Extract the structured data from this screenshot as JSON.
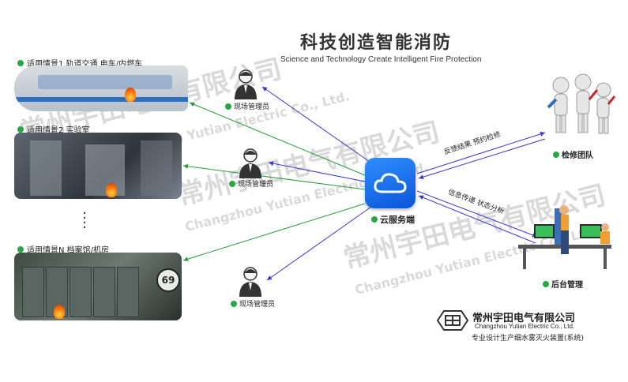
{
  "header": {
    "title_cn": "科技创造智能消防",
    "title_en": "Science and Technology Create Intelligent Fire Protection"
  },
  "scenarios": [
    {
      "label": "适用情景1  轨道交通  电车/内燃车"
    },
    {
      "label": "适用情景2  实验室"
    },
    {
      "label": "适用情景N  档案馆/机房"
    }
  ],
  "archive_number": "69",
  "managers": [
    {
      "label": "现场管理员"
    },
    {
      "label": "现场管理员"
    },
    {
      "label": "现场管理员"
    }
  ],
  "cloud": {
    "label": "云服务端"
  },
  "repair": {
    "label": "检修团队",
    "edge_label": "反馈结果  预约检修"
  },
  "backend": {
    "label": "后台管理",
    "edge_label": "信息传递  状态分析"
  },
  "watermark": {
    "cn": "常州宇田电气有限公司",
    "en": "Changzhou Yutian Electric Co., Ltd."
  },
  "company": {
    "name_cn": "常州宇田电气有限公司",
    "name_en": "Changzhou Yutian Electric Co., Ltd.",
    "tagline": "专业设计生产细水雾灭火装置(系统)"
  },
  "colors": {
    "green_arrow": "#2e9b3a",
    "blue_arrow": "#3a3ac8",
    "cloud": "#1e6ff0",
    "dot": "#27a745"
  }
}
